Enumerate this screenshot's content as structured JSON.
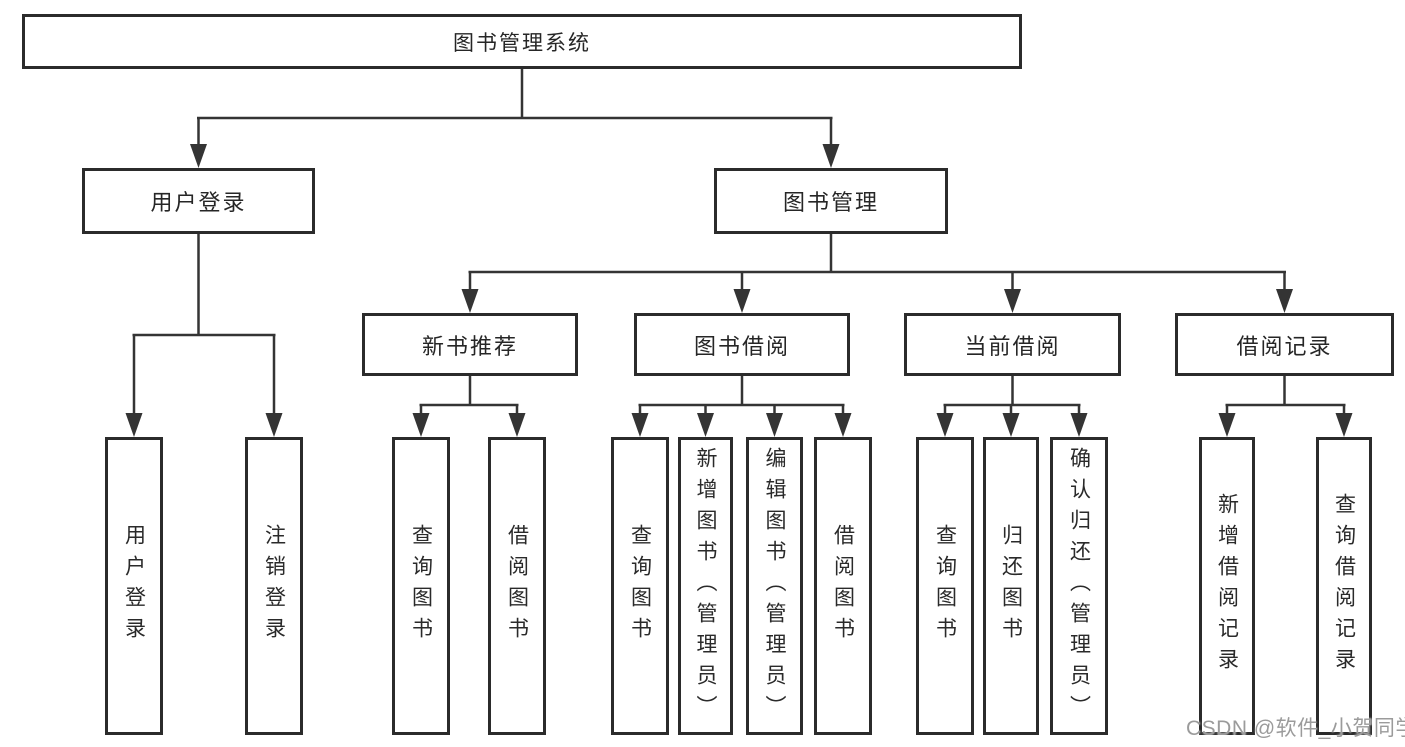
{
  "nodes": {
    "root": "图书管理系统",
    "user_login": "用户登录",
    "book_mgmt": "图书管理",
    "new_book_rec": "新书推荐",
    "book_borrow": "图书借阅",
    "current_borrow": "当前借阅",
    "borrow_records": "借阅记录",
    "leaf_user_login": "用户登录",
    "leaf_logout": "注销登录",
    "leaf_query_book_1": "查询图书",
    "leaf_borrow_book_1": "借阅图书",
    "leaf_query_book_2": "查询图书",
    "leaf_add_book": "新增图书（管理员）",
    "leaf_edit_book": "编辑图书（管理员）",
    "leaf_borrow_book_2": "借阅图书",
    "leaf_query_book_3": "查询图书",
    "leaf_return_book": "归还图书",
    "leaf_confirm_return": "确认归还（管理员）",
    "leaf_add_record": "新增借阅记录",
    "leaf_query_record": "查询借阅记录"
  },
  "watermark": "CSDN @软件_小贺同学",
  "colors": {
    "border": "#2b2b2b",
    "line": "#343434",
    "text": "#262626",
    "watermark": "#9b9b9b",
    "background": "#ffffff"
  }
}
